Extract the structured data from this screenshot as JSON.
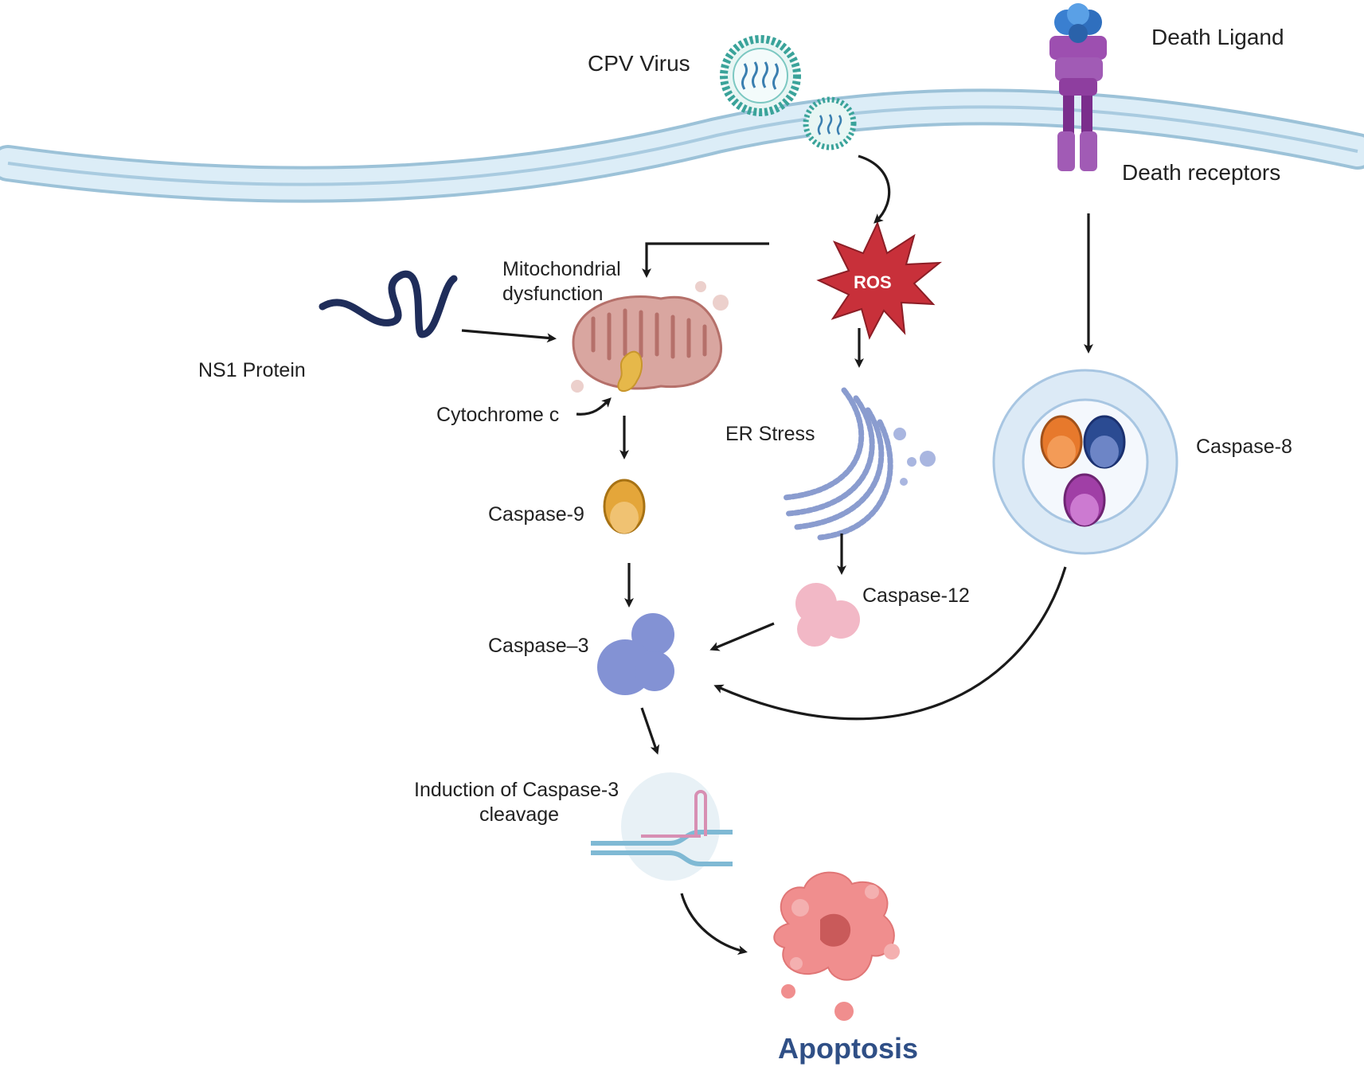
{
  "labels": {
    "cpv_virus": "CPV Virus",
    "death_ligand": "Death Ligand",
    "death_receptors": "Death receptors",
    "mito_line1": "Mitochondrial",
    "mito_line2": "dysfunction",
    "ros": "ROS",
    "ns1_protein": "NS1 Protein",
    "cytochrome_c": "Cytochrome c",
    "er_stress": "ER Stress",
    "caspase_8": "Caspase-8",
    "caspase_9": "Caspase-9",
    "caspase_12": "Caspase-12",
    "caspase_3": "Caspase–3",
    "induction_line1": "Induction of Caspase-3",
    "induction_line2": "cleavage",
    "apoptosis": "Apoptosis"
  },
  "colors": {
    "membrane": "#cfe6f3",
    "membrane_edge": "#9cc2d8",
    "ros": "#c8303a",
    "mitochondria": "#d9a6a0",
    "cytochrome": "#e6b84a",
    "er": "#8a9ccf",
    "caspase_9": "#e4a63a",
    "caspase_12": "#f2b8c6",
    "caspase_3": "#8392d4",
    "caspase_8_ring": "#dceaf6",
    "apoptosis_cell": "#f08e8e",
    "apoptosis_text": "#2f4f86",
    "receptor": "#8e3e9f",
    "ligand": "#3a7fd0"
  }
}
